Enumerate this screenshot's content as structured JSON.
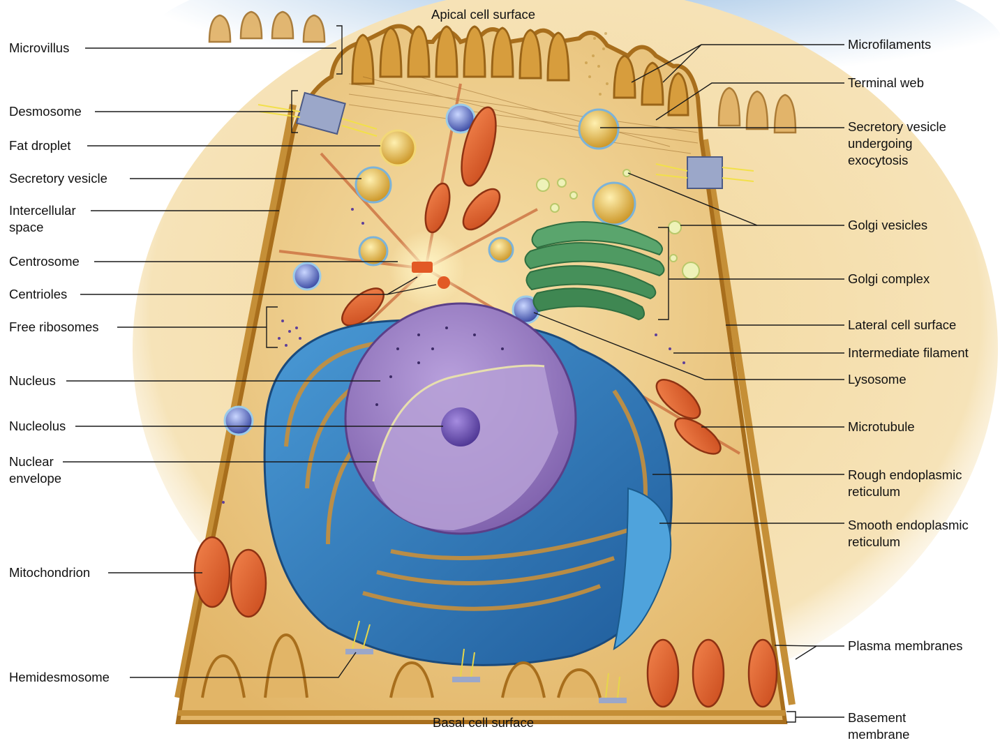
{
  "title": {
    "apical": "Apical cell surface",
    "basal": "Basal cell surface"
  },
  "labels": {
    "microvillus": "Microvillus",
    "desmosome": "Desmosome",
    "fat_droplet": "Fat droplet",
    "secretory_vesicle": "Secretory vesicle",
    "intercellular_space": "Intercellular\nspace",
    "centrosome": "Centrosome",
    "centrioles": "Centrioles",
    "free_ribosomes": "Free ribosomes",
    "nucleus": "Nucleus",
    "nucleolus": "Nucleolus",
    "nuclear_envelope": "Nuclear\nenvelope",
    "mitochondrion": "Mitochondrion",
    "hemidesmosome": "Hemidesmosome",
    "microfilaments": "Microfilaments",
    "terminal_web": "Terminal web",
    "secretory_vesicle_exocytosis": "Secretory vesicle\nundergoing\nexocytosis",
    "golgi_vesicles": "Golgi vesicles",
    "golgi_complex": "Golgi complex",
    "lateral_cell_surface": "Lateral cell surface",
    "intermediate_filament": "Intermediate filament",
    "lysosome": "Lysosome",
    "microtubule": "Microtubule",
    "rough_er": "Rough endoplasmic\nreticulum",
    "smooth_er": "Smooth endoplasmic\nreticulum",
    "plasma_membranes": "Plasma membranes",
    "basement_membrane": "Basement\nmembrane"
  },
  "colors": {
    "cytoplasm": "#f1cf8a",
    "membrane": "#b27c22",
    "mitochondrion": "#e2622b",
    "nucleus": "#9b7fc4",
    "rough_er": "#2f77b8",
    "golgi": "#3f8f57",
    "vesicle": "#d9a933",
    "lysosome": "#4b63b8",
    "sky": "#a9c8e6"
  }
}
